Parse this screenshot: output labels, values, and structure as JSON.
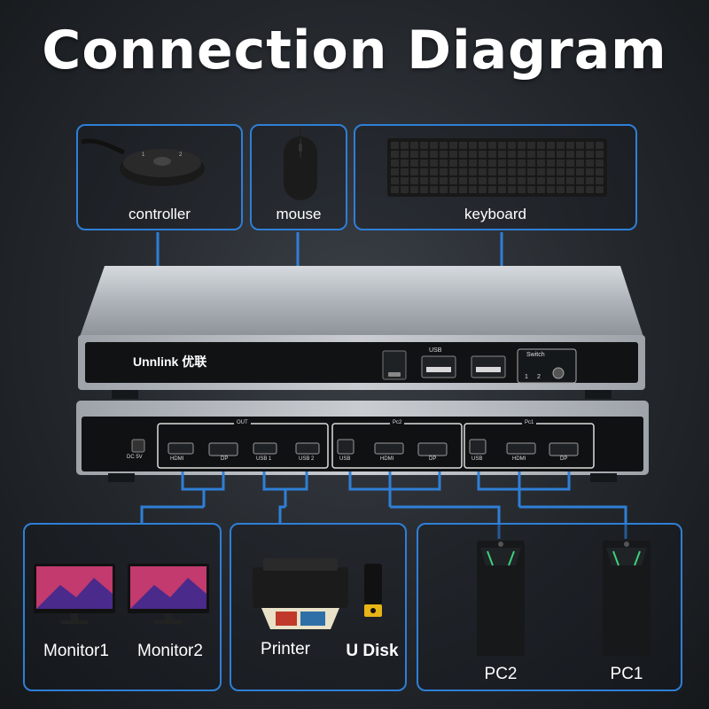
{
  "title": "Connection Diagram",
  "colors": {
    "accent": "#2f7fd6",
    "kvm_body": "#b9bec4",
    "kvm_panel": "#101214"
  },
  "inputs": [
    {
      "id": "controller",
      "label": "controller"
    },
    {
      "id": "mouse",
      "label": "mouse"
    },
    {
      "id": "keyboard",
      "label": "keyboard"
    }
  ],
  "kvm": {
    "brand": "Unnlink 优联",
    "front": {
      "usb_label": "USB",
      "switch_label": "Switch",
      "sw1": "1",
      "sw2": "2"
    },
    "rear": {
      "dc_label": "DC 5V",
      "out_label": "OUT",
      "out_ports": [
        "HDMI",
        "DP",
        "USB 1",
        "USB 2"
      ],
      "pc2_label": "Pc2",
      "pc2_ports": [
        "USB",
        "HDMI",
        "DP"
      ],
      "pc1_label": "Pc1",
      "pc1_ports": [
        "USB",
        "HDMI",
        "DP"
      ]
    }
  },
  "outputs": {
    "monitors": [
      "Monitor1",
      "Monitor2"
    ],
    "printer": "Printer",
    "udisk": "U Disk",
    "pcs": [
      "PC2",
      "PC1"
    ]
  }
}
